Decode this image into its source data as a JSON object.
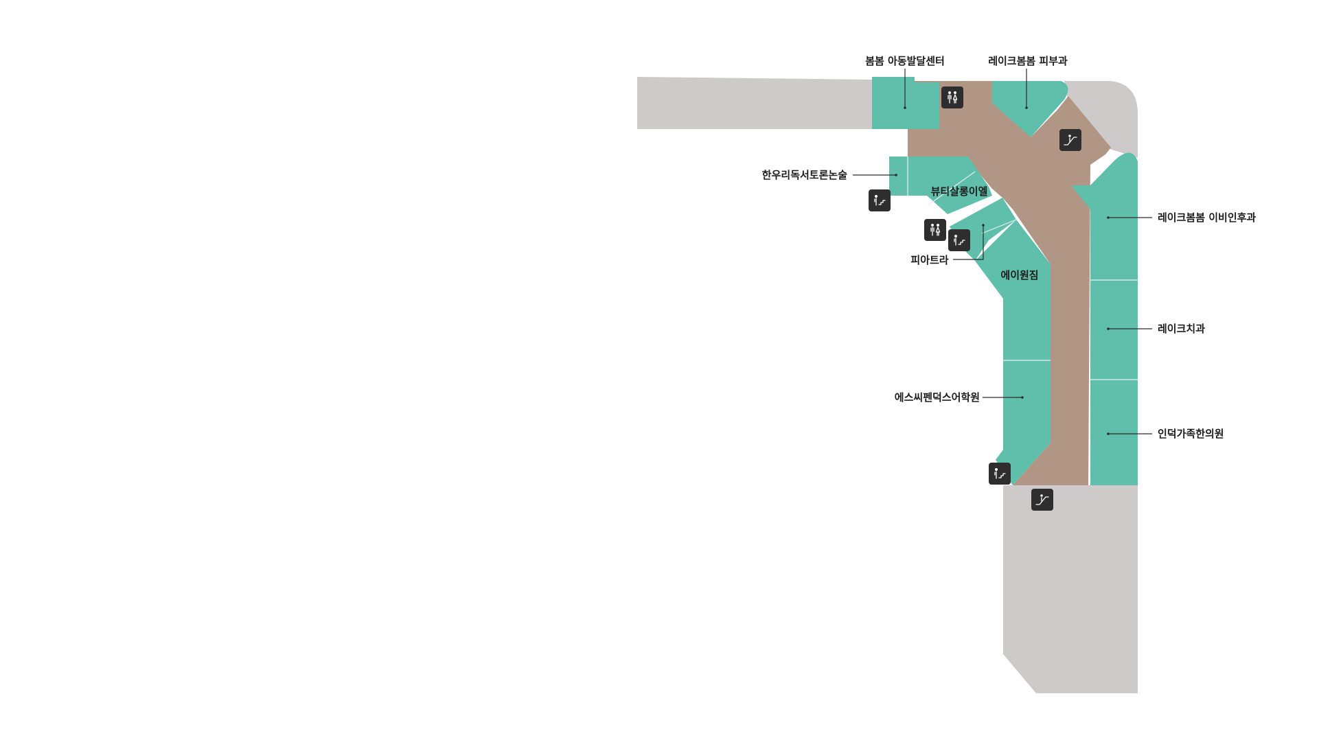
{
  "colors": {
    "store": "#5fbfab",
    "corridor": "#b19585",
    "other_area": "#cecac9",
    "icon_bg": "#2e2e2e",
    "label": "#1c1c1c"
  },
  "stores": [
    {
      "id": "bombom-child",
      "label": "봄봄 아동발달센터"
    },
    {
      "id": "lake-derma",
      "label": "레이크봄봄 피부과"
    },
    {
      "id": "hanwoori",
      "label": "한우리독서토론논술"
    },
    {
      "id": "beauty-salon",
      "label": "뷰티살롱이엘"
    },
    {
      "id": "piatra",
      "label": "피아트라"
    },
    {
      "id": "aone-gym",
      "label": "에이원짐"
    },
    {
      "id": "lake-ent",
      "label": "레이크봄봄 이비인후과"
    },
    {
      "id": "lake-dental",
      "label": "레이크치과"
    },
    {
      "id": "sc-academy",
      "label": "에스씨펜덕스어학원"
    },
    {
      "id": "induk",
      "label": "인덕가족한의원"
    }
  ],
  "facilities": [
    {
      "id": "restroom-1",
      "icon": "restroom-icon"
    },
    {
      "id": "restroom-2",
      "icon": "restroom-icon"
    },
    {
      "id": "escalator-1",
      "icon": "escalator-icon"
    },
    {
      "id": "escalator-2",
      "icon": "escalator-icon"
    },
    {
      "id": "elevator-1",
      "icon": "elevator-icon"
    },
    {
      "id": "elevator-2",
      "icon": "elevator-icon"
    },
    {
      "id": "elevator-3",
      "icon": "elevator-icon"
    }
  ]
}
